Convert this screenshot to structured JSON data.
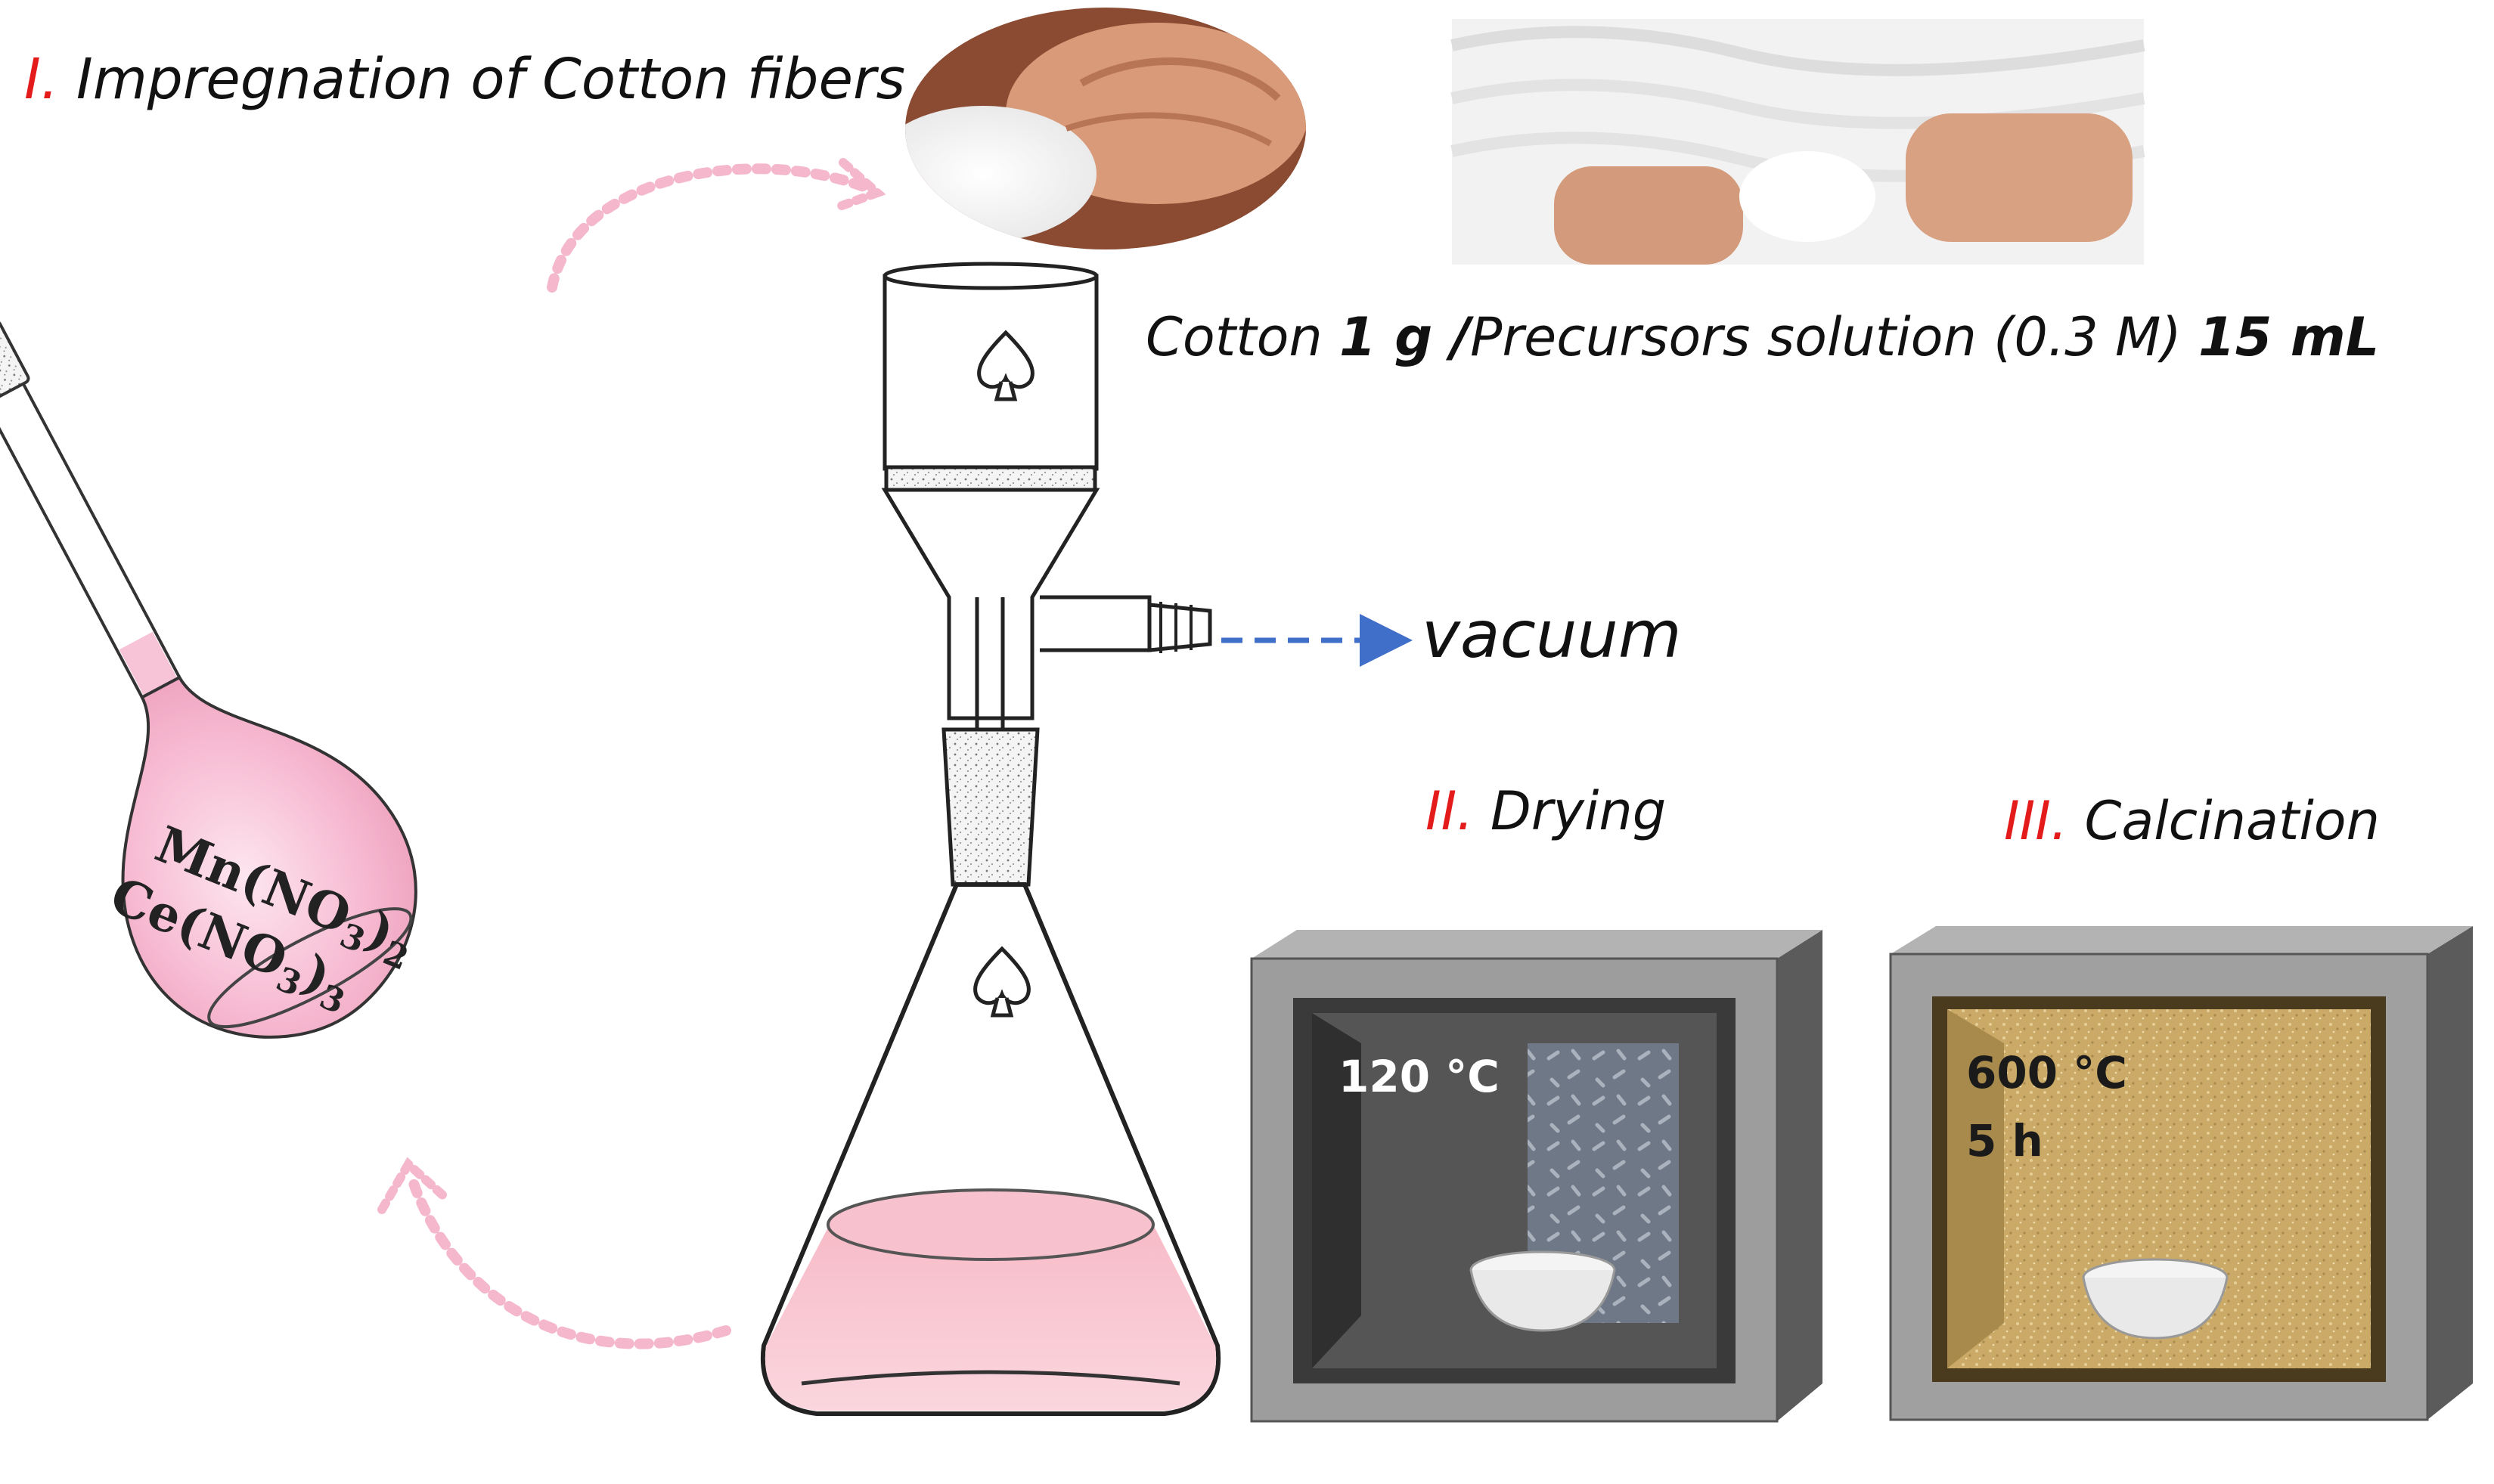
{
  "steps": {
    "step1": {
      "numeral": "I.",
      "text": "Impregnation of Cotton fibers"
    },
    "step2": {
      "numeral": "II.",
      "text": "Drying"
    },
    "step3": {
      "numeral": "III.",
      "text": "Calcination"
    }
  },
  "recipe": {
    "part1": "Cotton ",
    "part2": "1 g",
    "part3": " /",
    "part4": "Precursors solution (0.3 M) ",
    "part5": "15 mL"
  },
  "vacuum_label": "vacuum",
  "flask_label": {
    "line1": "Mn(NO",
    "line1_sub": "3",
    "line1_end": ")",
    "line1_sub2": "2",
    "line2": "Ce(NO",
    "line2_sub": "3",
    "line2_end": ")",
    "line2_sub2": "3"
  },
  "drying_oven": {
    "temperature": "120 °C"
  },
  "calcination_oven": {
    "temperature": "600 °C",
    "duration": "5 h"
  },
  "colors": {
    "numeral_red": "#e41b1b",
    "solution_pink": "#f5b8cf",
    "arrow_pink": "#f4b7cc",
    "vacuum_arrow_blue": "#3f6fc8",
    "oven_gray": "#9a9a9a",
    "calcination_interior": "#c9ab6a"
  }
}
